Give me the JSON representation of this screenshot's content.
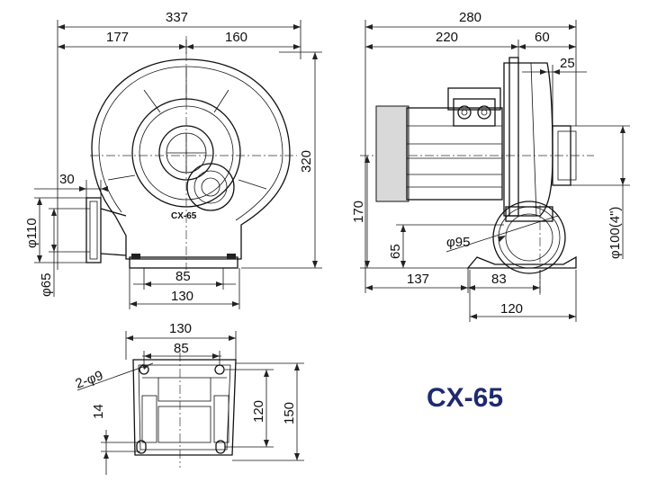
{
  "model_name": "CX-65",
  "front_view": {
    "body_label": "CX-65",
    "dims": {
      "total_width": "337",
      "left_part": "177",
      "right_part": "160",
      "height": "320",
      "outlet_length": "30",
      "outlet_outer_dia": "φ110",
      "outlet_inner_dia": "φ65",
      "base_inner": "85",
      "base_outer": "130"
    }
  },
  "side_view": {
    "dims": {
      "total_depth": "280",
      "motor_length": "220",
      "housing_depth": "60",
      "inlet_offset": "25",
      "center_height": "170",
      "inlet_dia": "φ100(4\")",
      "outlet_dia": "φ95",
      "outlet_center_height": "65",
      "motor_to_base": "137",
      "base_offset": "83",
      "base_width": "120"
    }
  },
  "base_view": {
    "dims": {
      "outer_width": "130",
      "hole_spacing": "85",
      "holes": "2-φ9",
      "slot_height": "14",
      "hole_pitch": "120",
      "outer_length": "150"
    }
  }
}
